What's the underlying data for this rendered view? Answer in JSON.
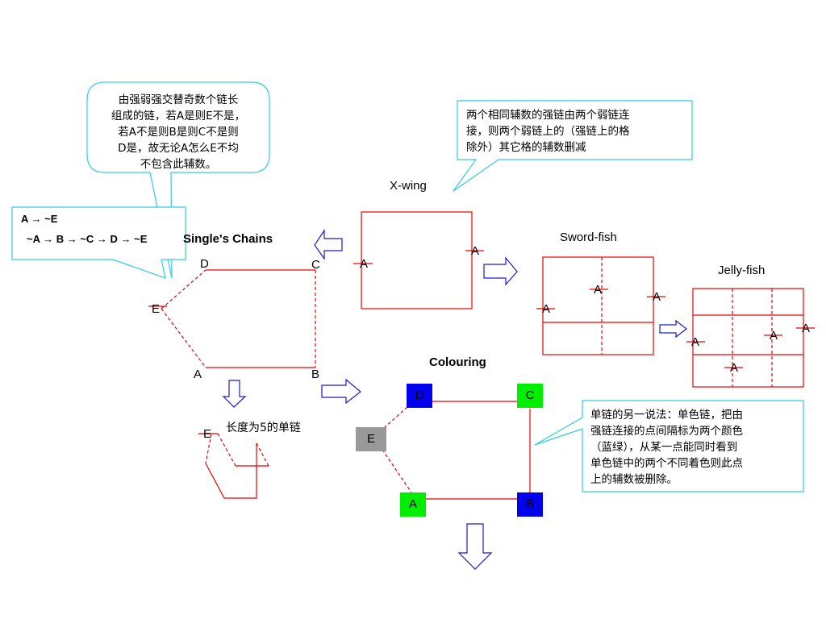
{
  "callouts": {
    "single_chain_note": [
      "由强弱强交替奇数个链长",
      "组成的链，若A是则E不是，",
      "若A不是则B是则C不是则",
      "D是，故无论A怎么E不均",
      "不包含此辅数。"
    ],
    "xwing_note": [
      "两个相同辅数的强链由两个弱链连",
      "接，则两个弱链上的（强链上的格",
      "除外）其它格的辅数删减"
    ],
    "colour_note": [
      "单链的另一说法：单色链，把由",
      "强链连接的点间隔标为两个颜色",
      "（蓝绿），从某一点能同时看到",
      "单色链中的两个不同着色则此点",
      "上的辅数被删除。"
    ]
  },
  "logic_box": {
    "line1": "A → ~E",
    "line2": "~A → B → ~C → D → ~E"
  },
  "titles": {
    "single_chains": "Single's Chains",
    "xwing": "X-wing",
    "swordfish": "Sword-fish",
    "jellyfish": "Jelly-fish",
    "colouring": "Colouring",
    "chain_length": "长度为5的单链"
  },
  "single_chain_nodes": {
    "d": "D",
    "c": "C",
    "e": "E",
    "a": "A",
    "b": "B"
  },
  "small_chain_node": "E",
  "candidate_mark": "A",
  "colouring_nodes": {
    "d": {
      "label": "D",
      "color": "#0000ee"
    },
    "c": {
      "label": "C",
      "color": "#00ee00"
    },
    "e": {
      "label": "E",
      "color": "#999999"
    },
    "a": {
      "label": "A",
      "color": "#00ee00"
    },
    "b": {
      "label": "B",
      "color": "#0000ee"
    }
  },
  "colors": {
    "chain": "#ee0000",
    "callout": "#33ccdd",
    "arrow": "#1a1acc"
  }
}
